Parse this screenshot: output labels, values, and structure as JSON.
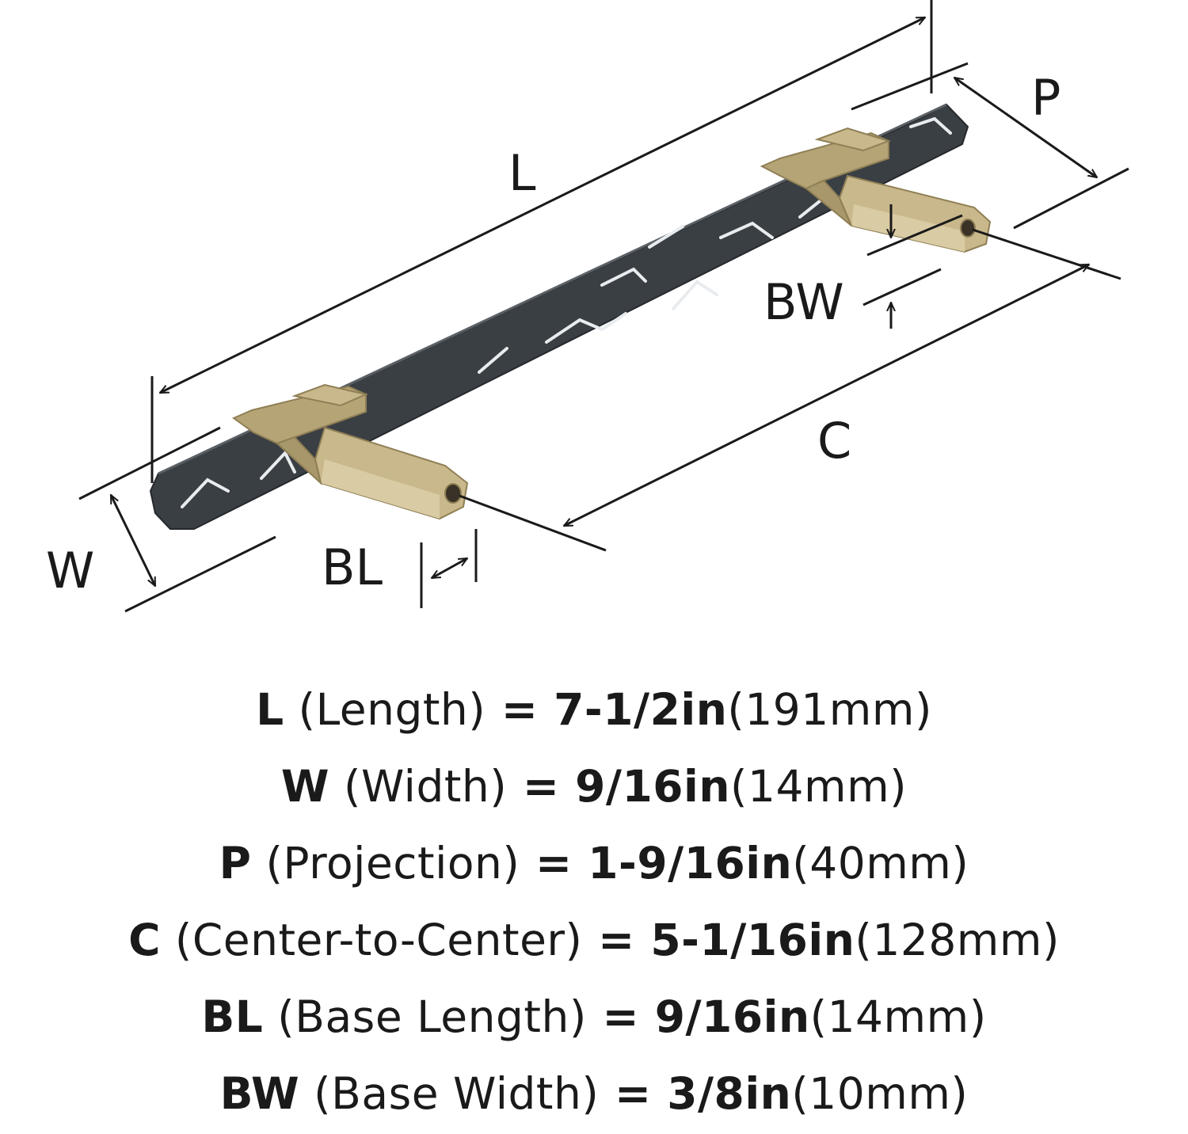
{
  "diagram": {
    "labels": {
      "L": "L",
      "P": "P",
      "BW": "BW",
      "C": "C",
      "W": "W",
      "BL": "BL"
    }
  },
  "colors": {
    "marble": "#3a3f44",
    "brass": "#c9b88c",
    "line": "#1a1a1a"
  },
  "specs": [
    {
      "code": "L",
      "name": "(Length)",
      "eq": " = ",
      "inches": "7-1/2in",
      "mm": "(191mm)"
    },
    {
      "code": "W",
      "name": "(Width)",
      "eq": " = ",
      "inches": "9/16in",
      "mm": "(14mm)"
    },
    {
      "code": "P",
      "name": "(Projection)",
      "eq": " = ",
      "inches": "1-9/16in",
      "mm": "(40mm)"
    },
    {
      "code": "C",
      "name": "(Center-to-Center)",
      "eq": " = ",
      "inches": "5-1/16in",
      "mm": "(128mm)"
    },
    {
      "code": "BL",
      "name": "(Base Length)",
      "eq": " = ",
      "inches": "9/16in",
      "mm": "(14mm)"
    },
    {
      "code": "BW",
      "name": "(Base Width)",
      "eq": " = ",
      "inches": "3/8in",
      "mm": "(10mm)"
    }
  ]
}
